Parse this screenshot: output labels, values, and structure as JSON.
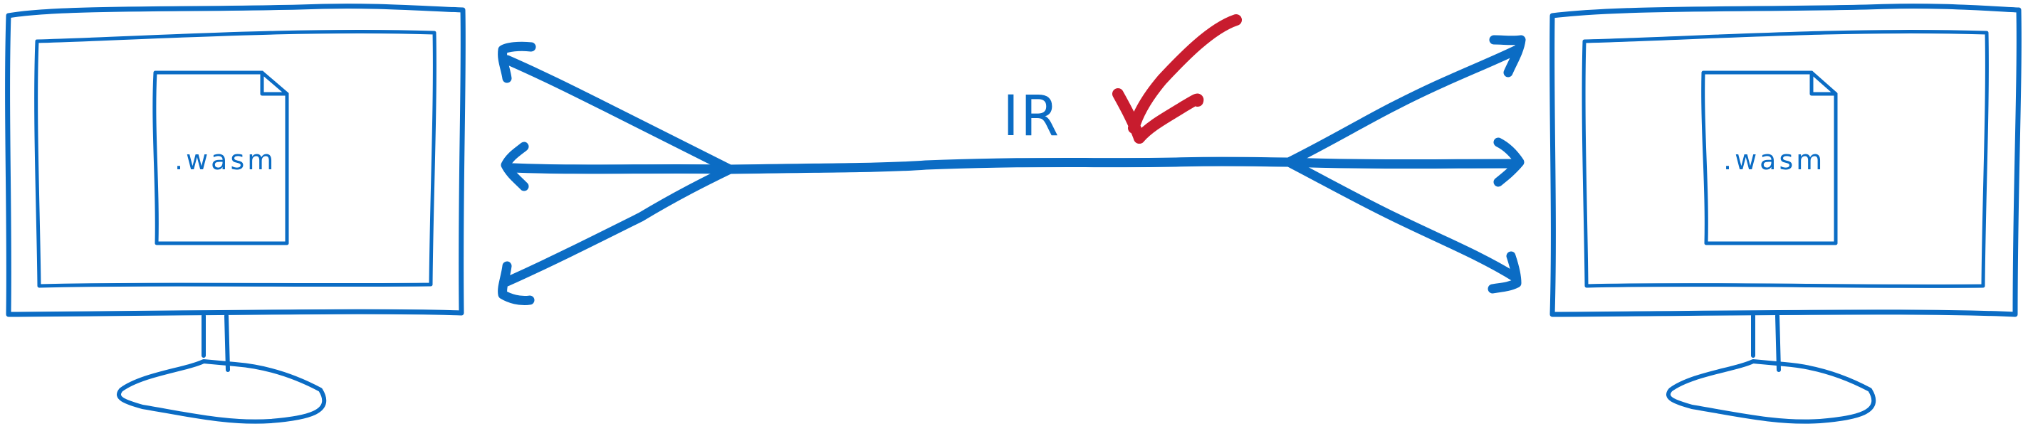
{
  "diagram": {
    "ir_label": "IR",
    "left_computer": {
      "file_label": ".wasm"
    },
    "right_computer": {
      "file_label": ".wasm"
    },
    "colors": {
      "stroke": "#0b6cc4",
      "highlight_arrow": "#c81c2e",
      "background": "#ffffff"
    },
    "icons": [
      "monitor-icon",
      "file-icon",
      "double-headed-arrow",
      "pointer-arrow-icon"
    ]
  }
}
